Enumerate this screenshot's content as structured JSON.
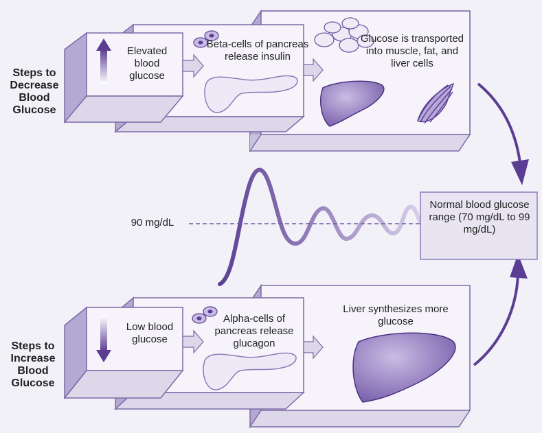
{
  "left_labels": {
    "decrease": "Steps to Decrease Blood Glucose",
    "increase": "Steps to Increase Blood Glucose"
  },
  "top_row": {
    "step1": "Elevated blood glucose",
    "step2": "Beta-cells of pancreas release insulin",
    "step3": "Glucose is transported into muscle, fat, and liver cells"
  },
  "bottom_row": {
    "step1": "Low blood glucose",
    "step2": "Alpha-cells of pancreas release glucagon",
    "step3": "Liver synthesizes more glucose"
  },
  "reference_line": {
    "label": "90 mg/dL"
  },
  "normal_range": {
    "text": "Normal blood glucose range (70 mg/dL to 99 mg/dL)"
  },
  "colors": {
    "accent": "#5b3e93",
    "box_light": "#f6f4fa",
    "box_side": "#c9c2df",
    "box_front": "#e4e0ef"
  }
}
